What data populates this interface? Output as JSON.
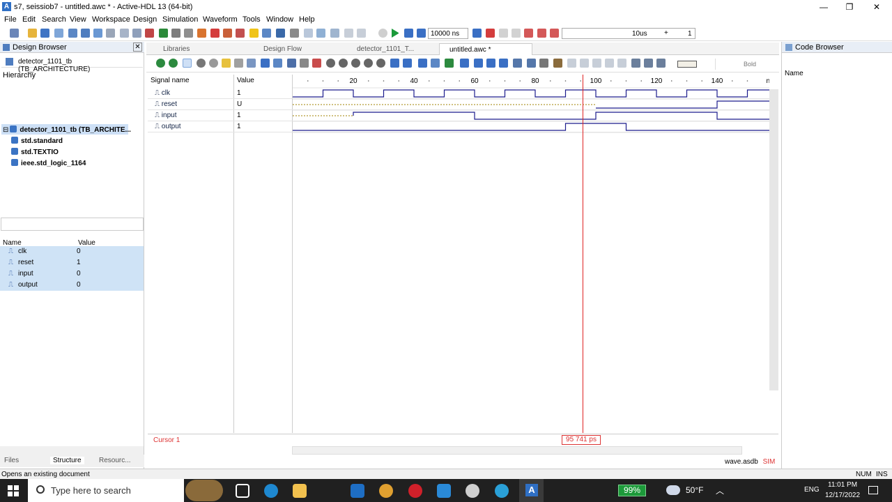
{
  "window": {
    "title": "s7, seissiob7 - untitled.awc * - Active-HDL 13 (64-bit)",
    "minimize": "—",
    "restore": "❐",
    "close": "✕"
  },
  "menu": [
    "File",
    "Edit",
    "Search",
    "View",
    "Workspace",
    "Design",
    "Simulation",
    "Waveform",
    "Tools",
    "Window",
    "Help"
  ],
  "toolbar": {
    "run_duration": "10000 ns",
    "time_value": "10us",
    "plus": "+",
    "step_count": "1"
  },
  "design_browser": {
    "title": "Design Browser",
    "top_selector": "detector_1101_tb (TB_ARCHITECTURE)",
    "hierarchy_label": "Hierarchy",
    "tree": [
      {
        "label": "detector_1101_tb (TB_ARCHITE..."
      },
      {
        "label": "std.standard"
      },
      {
        "label": "std.TEXTIO"
      },
      {
        "label": "ieee.std_logic_1164"
      }
    ],
    "vars_headers": {
      "name": "Name",
      "value": "Value"
    },
    "vars": [
      {
        "name": "clk",
        "value": "0"
      },
      {
        "name": "reset",
        "value": "1"
      },
      {
        "name": "input",
        "value": "0"
      },
      {
        "name": "output",
        "value": "0"
      }
    ],
    "tabs": [
      "Files",
      "Structure",
      "Resourc..."
    ]
  },
  "doc_tabs": [
    {
      "label": "Libraries",
      "active": false
    },
    {
      "label": "Design Flow",
      "active": false
    },
    {
      "label": "detector_1101_T...",
      "active": false
    },
    {
      "label": "untitled.awc *",
      "active": true
    }
  ],
  "waveform": {
    "col_signal": "Signal name",
    "col_value": "Value",
    "font_style": "Bold",
    "ruler_unit": "ns",
    "ruler_labels": [
      "20",
      "40",
      "60",
      "80",
      "100",
      "120",
      "140"
    ],
    "signals": [
      {
        "name": "clk",
        "value": "1"
      },
      {
        "name": "reset",
        "value": "U"
      },
      {
        "name": "input",
        "value": "1"
      },
      {
        "name": "output",
        "value": "1"
      }
    ],
    "cursor_label": "Cursor 1",
    "cursor_time": "95 741 ps",
    "status_file": "wave.asdb",
    "status_mode": "SIM",
    "colors": {
      "wave": "#1b1b8c",
      "undefined": "#a08000",
      "cursor": "#e02020"
    }
  },
  "code_browser": {
    "title": "Code Browser",
    "col_name": "Name"
  },
  "status_bar": {
    "message": "Opens an existing document",
    "num": "NUM",
    "ins": "INS"
  },
  "taskbar": {
    "search_placeholder": "Type here to search",
    "battery": "99%",
    "temperature": "50°F",
    "language": "ENG",
    "time": "11:01 PM",
    "date": "12/17/2022"
  }
}
